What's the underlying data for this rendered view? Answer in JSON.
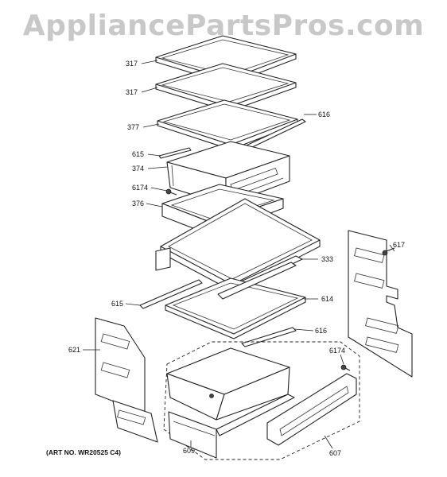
{
  "watermark": "AppliancePartsPros.com",
  "art_number": "(ART NO. WR20525 C4)",
  "callouts": {
    "c317a": "317",
    "c317b": "317",
    "c616a": "616",
    "c377": "377",
    "c615a": "615",
    "c374": "374",
    "c6174a": "6174",
    "c376": "376",
    "c617": "617",
    "c333": "333",
    "c615b": "615",
    "c614": "614",
    "c616b": "616",
    "c621": "621",
    "c6174b": "6174",
    "c609": "609",
    "c607": "607"
  }
}
